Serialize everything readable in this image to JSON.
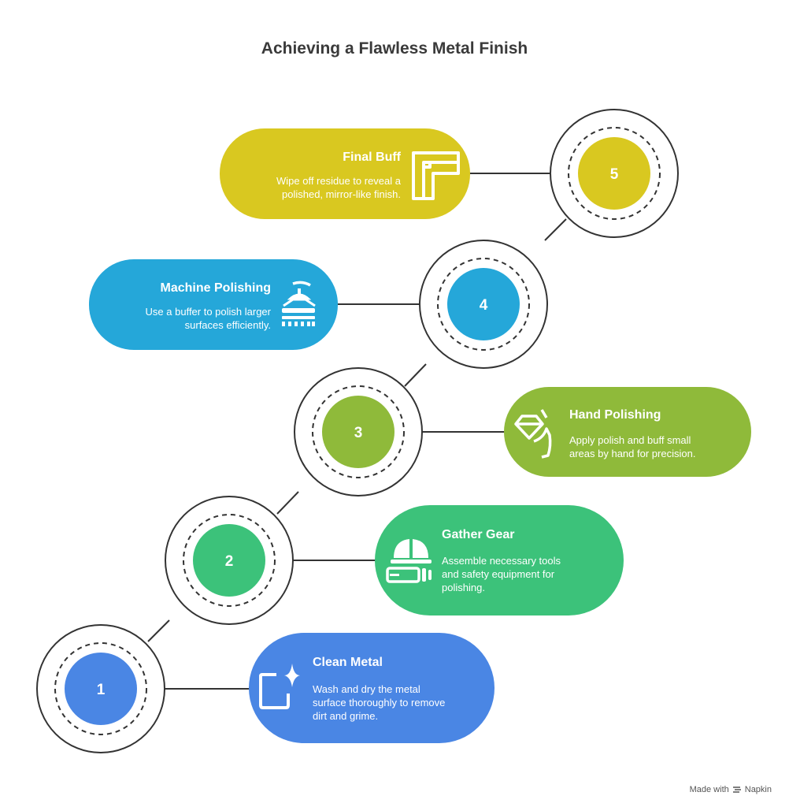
{
  "title": "Achieving a Flawless Metal Finish",
  "steps": [
    {
      "number": "1",
      "title": "Clean Metal",
      "desc": [
        "Wash and dry the metal",
        "surface thoroughly to remove",
        "dirt and grime."
      ],
      "color": "#4a86e4",
      "icon": "tablet-sparkle-icon"
    },
    {
      "number": "2",
      "title": "Gather Gear",
      "desc": [
        "Assemble necessary tools",
        "and safety equipment for",
        "polishing."
      ],
      "color": "#3cc27a",
      "icon": "hard-hat-tool-icon"
    },
    {
      "number": "3",
      "title": "Hand Polishing",
      "desc": [
        "Apply polish and buff small",
        "areas by hand for precision."
      ],
      "color": "#8fba3a",
      "icon": "hand-diamond-icon"
    },
    {
      "number": "4",
      "title": "Machine Polishing",
      "desc": [
        "Use a buffer to polish larger",
        "surfaces efficiently."
      ],
      "color": "#25a7d9",
      "icon": "buffer-machine-icon"
    },
    {
      "number": "5",
      "title": "Final Buff",
      "desc": [
        "Wipe off residue to reveal a",
        "polished, mirror-like finish."
      ],
      "color": "#d9c820",
      "icon": "pipe-corner-icon"
    }
  ],
  "credit": {
    "prefix": "Made with",
    "brand": "Napkin"
  }
}
